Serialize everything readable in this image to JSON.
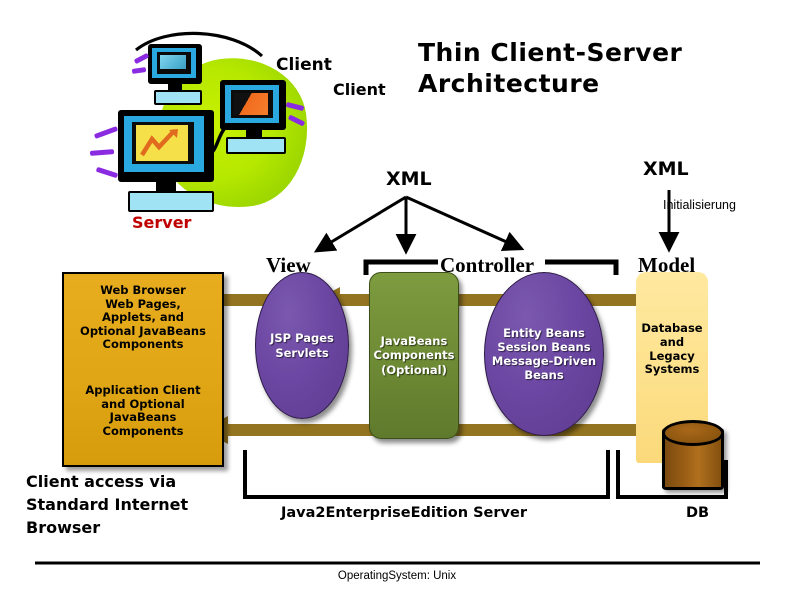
{
  "title": {
    "line1": "Thin Client-Server",
    "line2": "Architecture"
  },
  "clipart": {
    "client_label_1": "Client",
    "client_label_2": "Client",
    "server_label": "Server"
  },
  "xml": {
    "left_label": "XML",
    "right_label": "XML",
    "init_label": "Initialisierung"
  },
  "tiers": {
    "view_caption": "View",
    "controller_caption": "Controller",
    "model_caption": "Model"
  },
  "left_panel": {
    "block1": "Web Browser\nWeb Pages,\nApplets, and\nOptional JavaBeans\nComponents",
    "block2": "Application Client\nand Optional\nJavaBeans\nComponents"
  },
  "shapes": {
    "view": "JSP Pages\nServlets",
    "javabeans": "JavaBeans\nComponents\n(Optional)",
    "ejb": "Entity Beans\nSession Beans\nMessage-Driven\nBeans"
  },
  "right_panel": {
    "text": "Database\nand\nLegacy\nSystems"
  },
  "bottom": {
    "client_access": "Client access via\nStandard Internet\nBrowser",
    "j2ee_caption": "Java2EnterpriseEdition Server",
    "db_caption": "DB",
    "os_label": "OperatingSystem: Unix"
  },
  "colors": {
    "title_text": "#000000",
    "server_label": "#c00000",
    "left_panel_fill": "#e0a615",
    "right_panel_fill": "#fde08a",
    "oval_purple": "#6c47a3",
    "rect_green": "#6f8c36",
    "arrow_brown": "#937420",
    "db_brown": "#9a5e15",
    "blob_green": "#b6e800",
    "monitor_blue": "#2aa9e0",
    "spark_purple": "#8a2be2"
  }
}
